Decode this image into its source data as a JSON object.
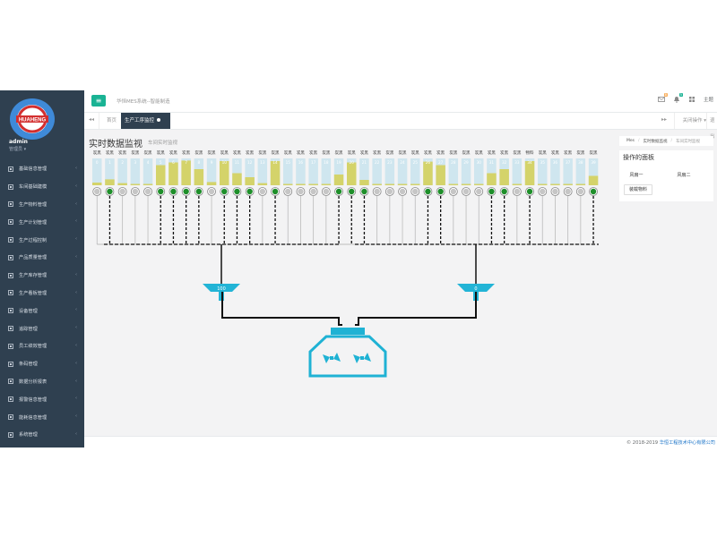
{
  "sidebar": {
    "admin_name": "admin",
    "admin_role": "管理员 ▾",
    "logo_text": "HUAHENG",
    "menu": [
      {
        "label": "基础信息管理",
        "icon": "grid-icon"
      },
      {
        "label": "车间基础建模",
        "icon": "building-icon"
      },
      {
        "label": "生产物料管理",
        "icon": "gear-icon"
      },
      {
        "label": "生产计划管理",
        "icon": "gear-icon"
      },
      {
        "label": "生产过程控制",
        "icon": "factory-icon"
      },
      {
        "label": "产品质量管理",
        "icon": "search-icon"
      },
      {
        "label": "生产库存管理",
        "icon": "gear-icon"
      },
      {
        "label": "生产看板管理",
        "icon": "monitor-icon"
      },
      {
        "label": "设备管理",
        "icon": "gear-icon"
      },
      {
        "label": "追踪管理",
        "icon": "utensils-icon"
      },
      {
        "label": "员工绩效管理",
        "icon": "gear-icon"
      },
      {
        "label": "条码管理",
        "icon": "list-icon"
      },
      {
        "label": "数据分析报表",
        "icon": "chart-icon"
      },
      {
        "label": "报警信息管理",
        "icon": "alarm-icon"
      },
      {
        "label": "能耗信息管理",
        "icon": "recycle-icon"
      },
      {
        "label": "系统管理",
        "icon": "laptop-icon"
      }
    ]
  },
  "header": {
    "menu_toggle": "≡",
    "system_title": "华恒MES系统--智能制造",
    "badge_mail": "8",
    "badge_bell": "5",
    "theme_label": "主题"
  },
  "tabs": {
    "back_arrow": "◂◂",
    "home": "首页",
    "active": "生产工序监控",
    "forward_arrow": "▸▸",
    "close_ops": "关闭操作 ▾",
    "more": "退出"
  },
  "content": {
    "title": "实时数据监视",
    "subtitle": "车间实时监视"
  },
  "breadcrumb": [
    "Mes",
    "实时数据监视",
    "车间实时监视"
  ],
  "ops_panel": {
    "title": "操作的面板",
    "fan1": "风扇一",
    "fan2": "风扇二",
    "load": "装载物料"
  },
  "hoppers": {
    "left_value": "100",
    "right_value": "0"
  },
  "silos": [
    {
      "label": "炭黑",
      "index": "0",
      "fill": 0.1,
      "active": false,
      "dashed": false
    },
    {
      "label": "炭黑",
      "index": "1",
      "fill": 0.22,
      "active": true,
      "dashed": true
    },
    {
      "label": "炭黑",
      "index": "2",
      "fill": 0.08,
      "active": false,
      "dashed": false
    },
    {
      "label": "炭黑",
      "index": "3",
      "fill": 0.05,
      "active": false,
      "dashed": false
    },
    {
      "label": "炭黑",
      "index": "4",
      "fill": 0.05,
      "active": false,
      "dashed": false
    },
    {
      "label": "炭黑",
      "index": "5",
      "fill": 0.75,
      "active": true,
      "dashed": true
    },
    {
      "label": "炭黑",
      "index": "6",
      "fill": 0.85,
      "active": true,
      "dashed": true
    },
    {
      "label": "炭黑",
      "index": "7",
      "fill": 0.92,
      "active": true,
      "dashed": true
    },
    {
      "label": "炭黑",
      "index": "8",
      "fill": 0.6,
      "active": true,
      "dashed": true
    },
    {
      "label": "炭黑",
      "index": "9",
      "fill": 0.12,
      "active": false,
      "dashed": false
    },
    {
      "label": "炭黑",
      "index": "10",
      "fill": 0.9,
      "active": true,
      "dashed": true
    },
    {
      "label": "炭黑",
      "index": "11",
      "fill": 0.45,
      "active": true,
      "dashed": true
    },
    {
      "label": "炭黑",
      "index": "12",
      "fill": 0.3,
      "active": true,
      "dashed": true
    },
    {
      "label": "炭黑",
      "index": "13",
      "fill": 0.08,
      "active": false,
      "dashed": false
    },
    {
      "label": "炭黑",
      "index": "14",
      "fill": 0.9,
      "active": true,
      "dashed": true
    },
    {
      "label": "炭黑",
      "index": "15",
      "fill": 0.05,
      "active": false,
      "dashed": false
    },
    {
      "label": "炭黑",
      "index": "16",
      "fill": 0.05,
      "active": false,
      "dashed": false
    },
    {
      "label": "炭黑",
      "index": "17",
      "fill": 0.05,
      "active": false,
      "dashed": false
    },
    {
      "label": "炭黑",
      "index": "18",
      "fill": 0.05,
      "active": false,
      "dashed": false
    },
    {
      "label": "炭黑",
      "index": "19",
      "fill": 0.4,
      "active": true,
      "dashed": true
    },
    {
      "label": "炭黑",
      "index": "20",
      "fill": 0.85,
      "active": true,
      "dashed": true
    },
    {
      "label": "炭黑",
      "index": "21",
      "fill": 0.2,
      "active": true,
      "dashed": true
    },
    {
      "label": "炭黑",
      "index": "22",
      "fill": 0.05,
      "active": false,
      "dashed": false
    },
    {
      "label": "炭黑",
      "index": "23",
      "fill": 0.05,
      "active": false,
      "dashed": false
    },
    {
      "label": "炭黑",
      "index": "24",
      "fill": 0.05,
      "active": false,
      "dashed": false
    },
    {
      "label": "炭黑",
      "index": "25",
      "fill": 0.05,
      "active": false,
      "dashed": false
    },
    {
      "label": "炭黑",
      "index": "26",
      "fill": 0.88,
      "active": true,
      "dashed": true
    },
    {
      "label": "炭黑",
      "index": "27",
      "fill": 0.75,
      "active": true,
      "dashed": true
    },
    {
      "label": "炭黑",
      "index": "28",
      "fill": 0.05,
      "active": false,
      "dashed": false
    },
    {
      "label": "炭黑",
      "index": "29",
      "fill": 0.05,
      "active": false,
      "dashed": false
    },
    {
      "label": "炭黑",
      "index": "30",
      "fill": 0.05,
      "active": false,
      "dashed": false
    },
    {
      "label": "炭黑",
      "index": "31",
      "fill": 0.45,
      "active": true,
      "dashed": true
    },
    {
      "label": "炭黑",
      "index": "32",
      "fill": 0.6,
      "active": true,
      "dashed": true
    },
    {
      "label": "炭黑",
      "index": "33",
      "fill": 0.05,
      "active": false,
      "dashed": false
    },
    {
      "label": "物料",
      "index": "34",
      "fill": 0.9,
      "active": true,
      "dashed": true
    },
    {
      "label": "炭黑",
      "index": "35",
      "fill": 0.05,
      "active": false,
      "dashed": false
    },
    {
      "label": "炭黑",
      "index": "36",
      "fill": 0.05,
      "active": false,
      "dashed": false
    },
    {
      "label": "炭黑",
      "index": "37",
      "fill": 0.05,
      "active": false,
      "dashed": false
    },
    {
      "label": "炭黑",
      "index": "38",
      "fill": 0.05,
      "active": false,
      "dashed": false
    },
    {
      "label": "炭黑",
      "index": "39",
      "fill": 0.35,
      "active": true,
      "dashed": true
    }
  ],
  "footer": {
    "copyright": "© 2018-2019 ",
    "company": "华恒工程技术中心有限公司"
  },
  "colors": {
    "accent": "#1ab394",
    "sidebar": "#2f4050",
    "silo_fill": "#d4d36a",
    "silo_empty": "#cfe6ef",
    "valve_active": "#1e8f2a",
    "hopper": "#22b4d6",
    "mixer": "#1fb2d4"
  }
}
